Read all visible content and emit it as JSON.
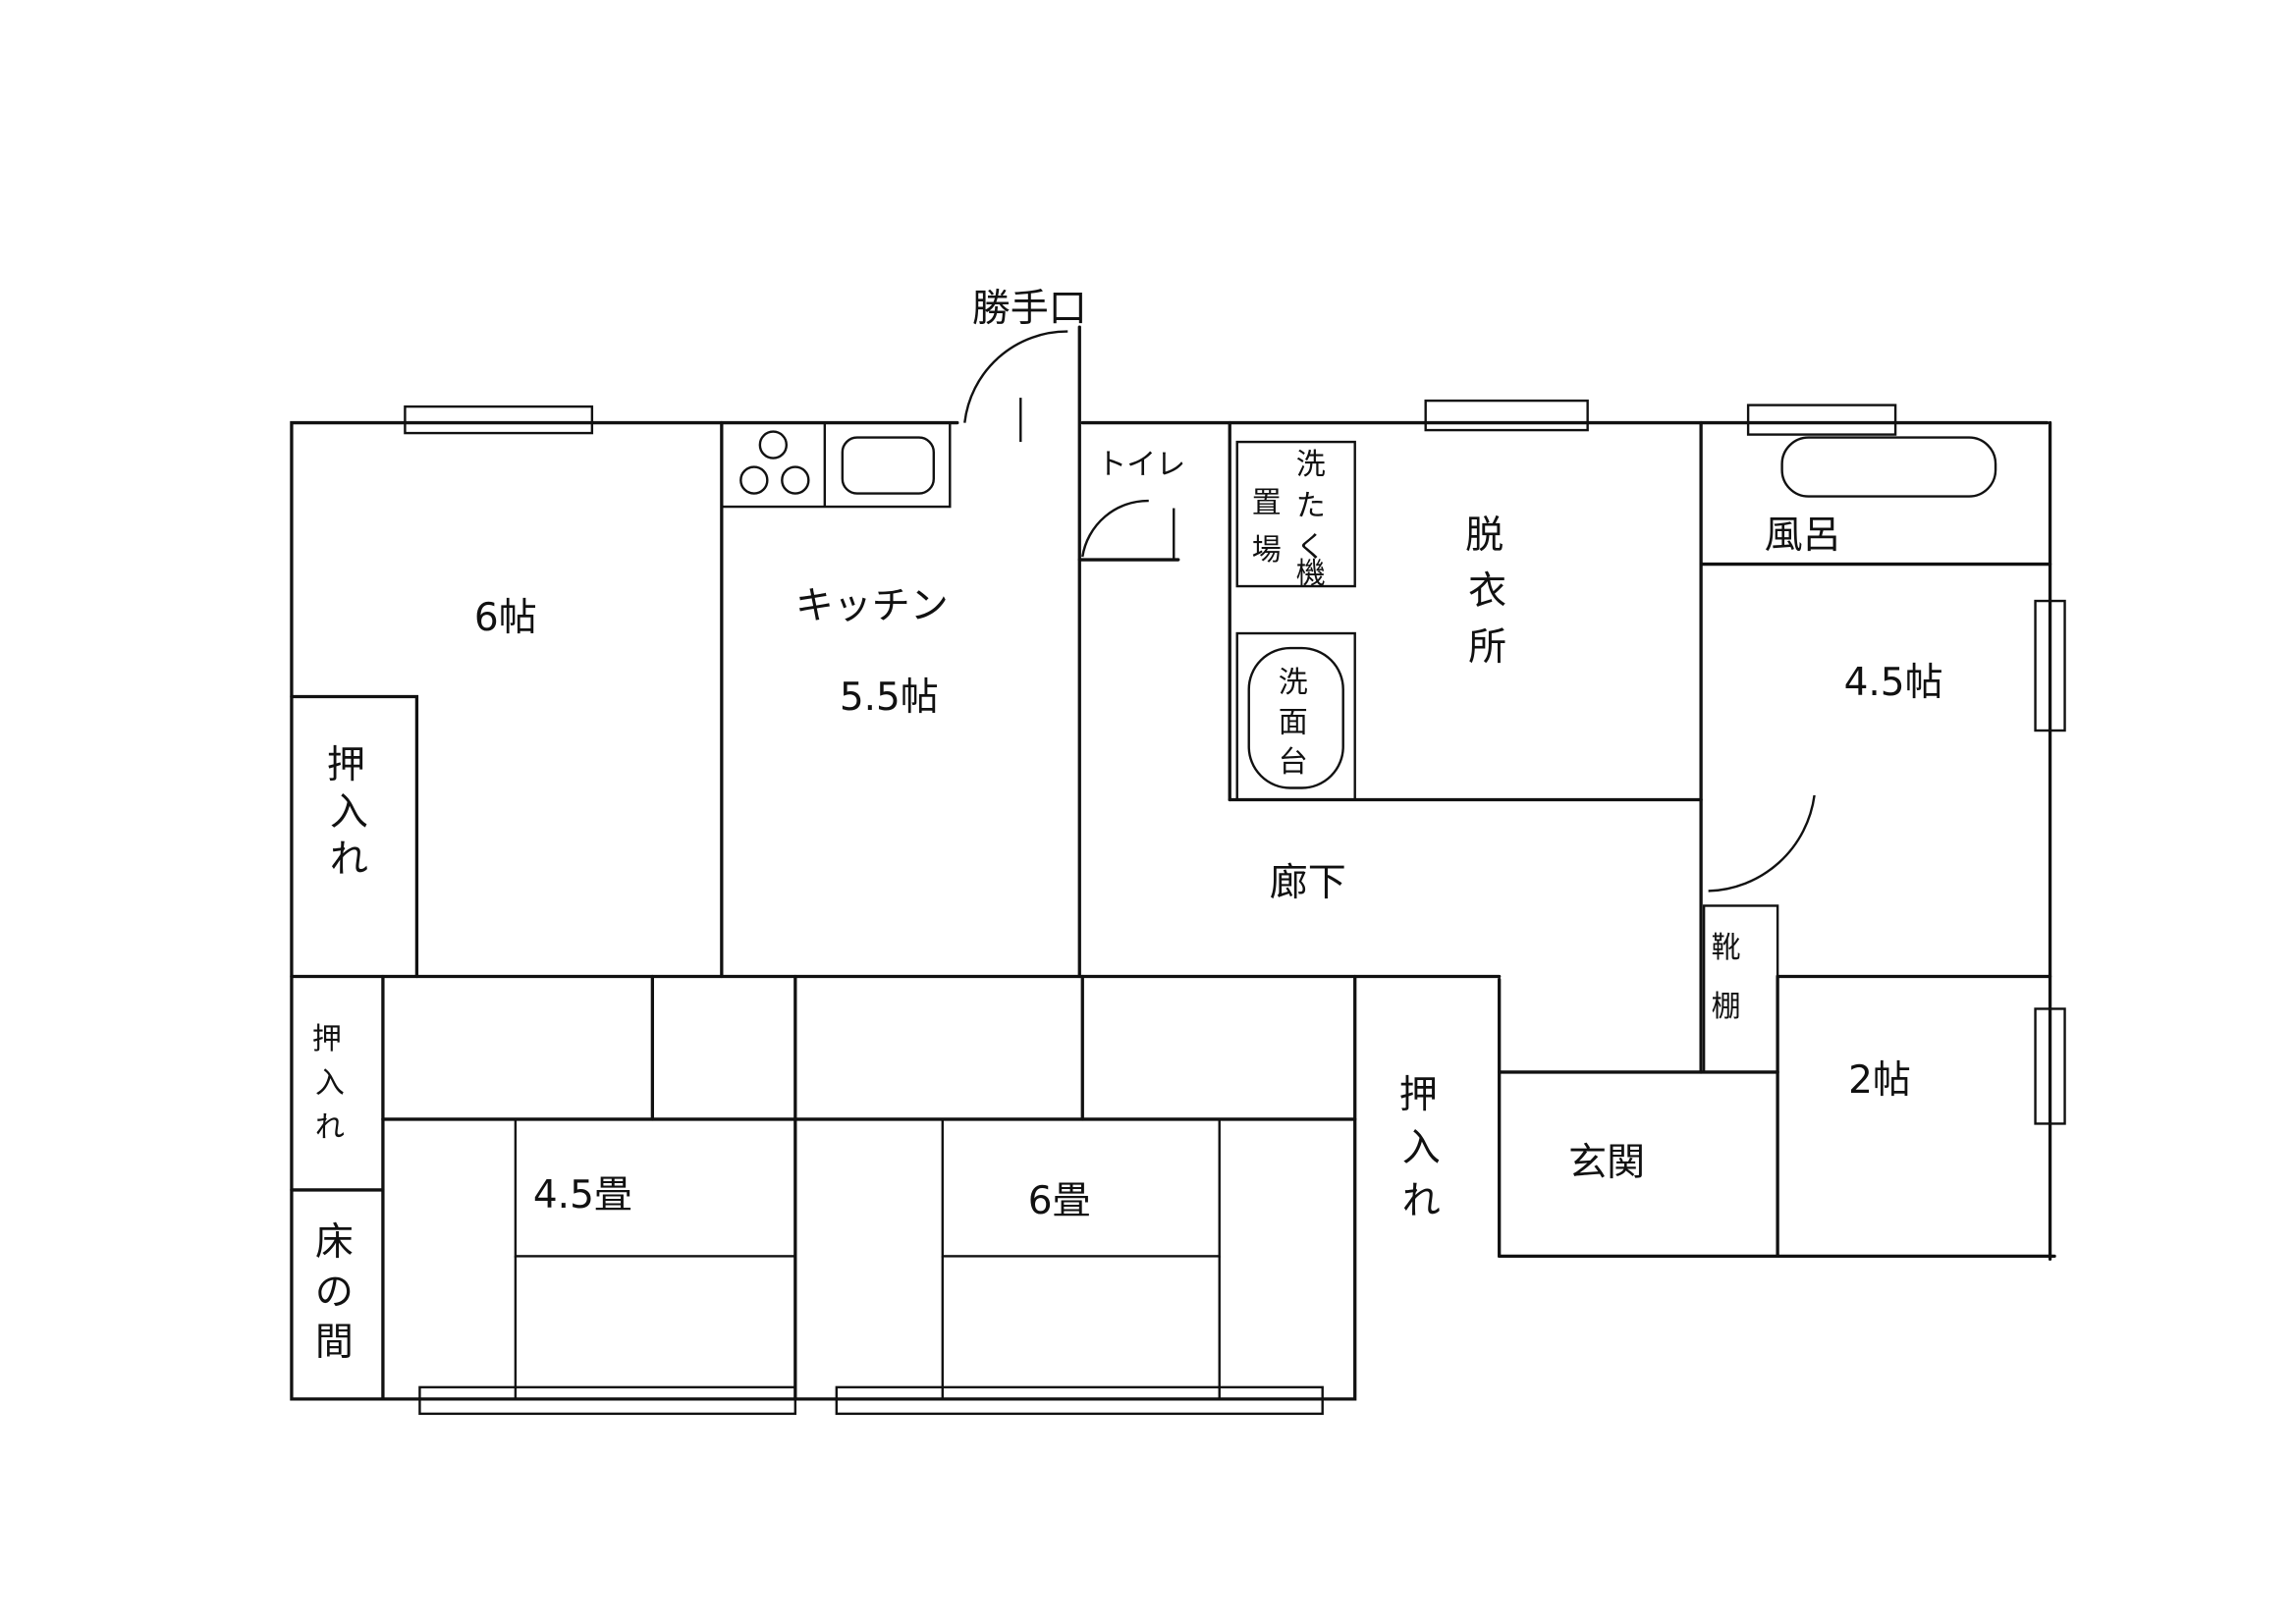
{
  "floor_plan": {
    "rooms": {
      "back_door": "勝手口",
      "toilet": "トイレ",
      "washer_area": [
        "洗",
        "た",
        "く",
        "機",
        "置",
        "場"
      ],
      "changing_room": [
        "脱",
        "衣",
        "所"
      ],
      "bath": "風呂",
      "western_6": "6帖",
      "kitchen": "キッチン",
      "kitchen_size": "5.5帖",
      "washbasin": [
        "洗",
        "面",
        "台"
      ],
      "western_45": "4.5帖",
      "hallway": "廊下",
      "closet": [
        "押",
        "入",
        "れ"
      ],
      "shoe_shelf": [
        "靴",
        "棚"
      ],
      "western_2": "2帖",
      "entrance": "玄関",
      "tatami_45": "4.5畳",
      "tatami_6": "6畳",
      "tokonoma": [
        "床",
        "の",
        "間"
      ]
    }
  }
}
